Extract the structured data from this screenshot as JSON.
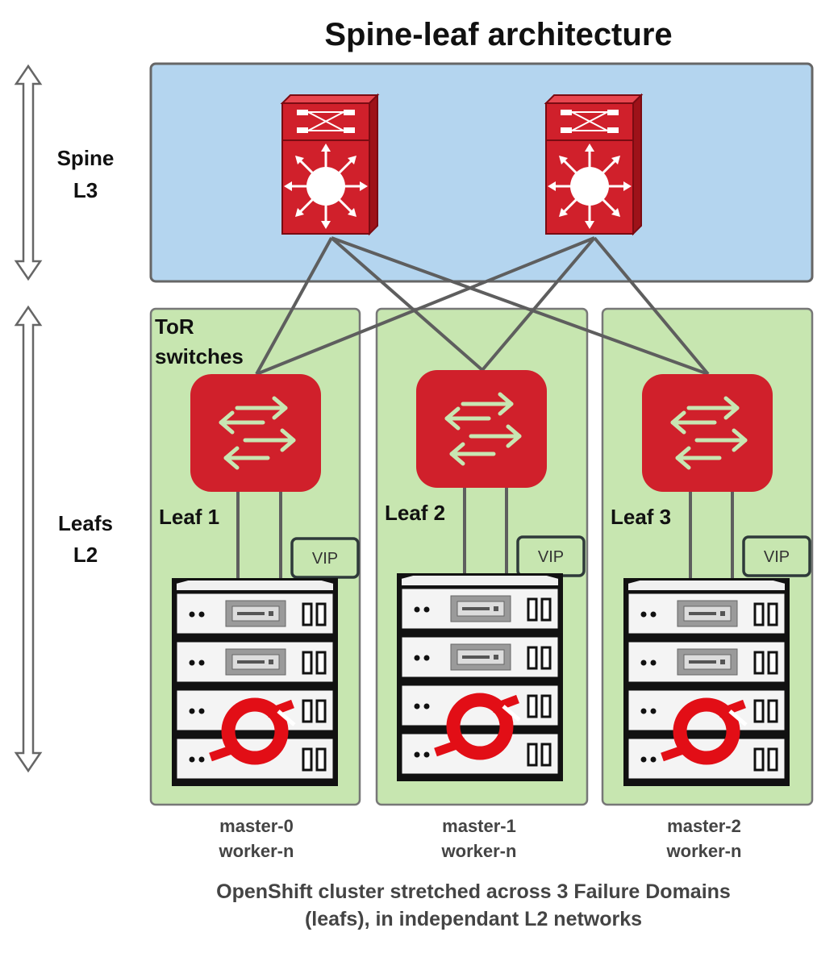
{
  "title": "Spine-leaf architecture",
  "layers": {
    "spine": {
      "line1": "Spine",
      "line2": "L3"
    },
    "leafs": {
      "line1": "Leafs",
      "line2": "L2"
    }
  },
  "tor_label": {
    "line1": "ToR",
    "line2": "switches"
  },
  "colors": {
    "spine_bg": "#b4d5ef",
    "leaf_bg": "#c7e6b0",
    "switch_red": "#d0202b",
    "arrow_green": "#c8e6b2",
    "link_gray": "#5e5e5e"
  },
  "leaves": [
    {
      "label": "Leaf 1",
      "vip": "VIP",
      "hosts": "master-0",
      "workers": "worker-n"
    },
    {
      "label": "Leaf 2",
      "vip": "VIP",
      "hosts": "master-1",
      "workers": "worker-n"
    },
    {
      "label": "Leaf 3",
      "vip": "VIP",
      "hosts": "master-2",
      "workers": "worker-n"
    }
  ],
  "caption": {
    "line1": "OpenShift cluster stretched across 3 Failure Domains",
    "line2": "(leafs), in independant L2 networks"
  }
}
